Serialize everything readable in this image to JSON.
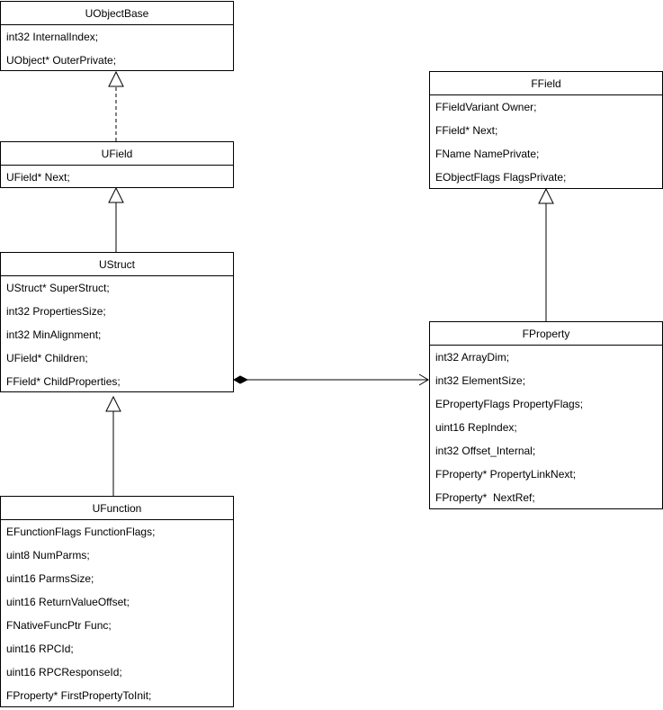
{
  "classes": {
    "uobjectbase": {
      "name": "UObjectBase",
      "fields": [
        "int32 InternalIndex;",
        "UObject* OuterPrivate;"
      ]
    },
    "ufield": {
      "name": "UField",
      "fields": [
        "UField* Next;"
      ]
    },
    "ustruct": {
      "name": "UStruct",
      "fields": [
        "UStruct* SuperStruct;",
        "int32 PropertiesSize;",
        "int32 MinAlignment;",
        "UField* Children;",
        "FField* ChildProperties;"
      ]
    },
    "ufunction": {
      "name": "UFunction",
      "fields": [
        "EFunctionFlags FunctionFlags;",
        "uint8 NumParms;",
        "uint16 ParmsSize;",
        "uint16 ReturnValueOffset;",
        "FNativeFuncPtr Func;",
        "uint16 RPCId;",
        "uint16 RPCResponseId;",
        "FProperty* FirstPropertyToInit;"
      ]
    },
    "ffield": {
      "name": "FField",
      "fields": [
        "FFieldVariant Owner;",
        "FField* Next;",
        "FName NamePrivate;",
        "EObjectFlags FlagsPrivate;"
      ]
    },
    "fproperty": {
      "name": "FProperty",
      "fields": [
        "int32 ArrayDim;",
        "int32 ElementSize;",
        "EPropertyFlags PropertyFlags;",
        "uint16 RepIndex;",
        "int32 Offset_Internal;",
        "FProperty* PropertyLinkNext;",
        "FProperty*  NextRef;"
      ]
    }
  },
  "relations": [
    {
      "from": "ufield",
      "to": "uobjectbase",
      "kind": "realization"
    },
    {
      "from": "ustruct",
      "to": "ufield",
      "kind": "inheritance"
    },
    {
      "from": "ufunction",
      "to": "ustruct",
      "kind": "inheritance"
    },
    {
      "from": "fproperty",
      "to": "ffield",
      "kind": "inheritance"
    },
    {
      "from": "ustruct",
      "to": "fproperty",
      "kind": "composition"
    }
  ],
  "colors": {
    "line": "#000000",
    "background": "#ffffff",
    "text": "#000000"
  }
}
